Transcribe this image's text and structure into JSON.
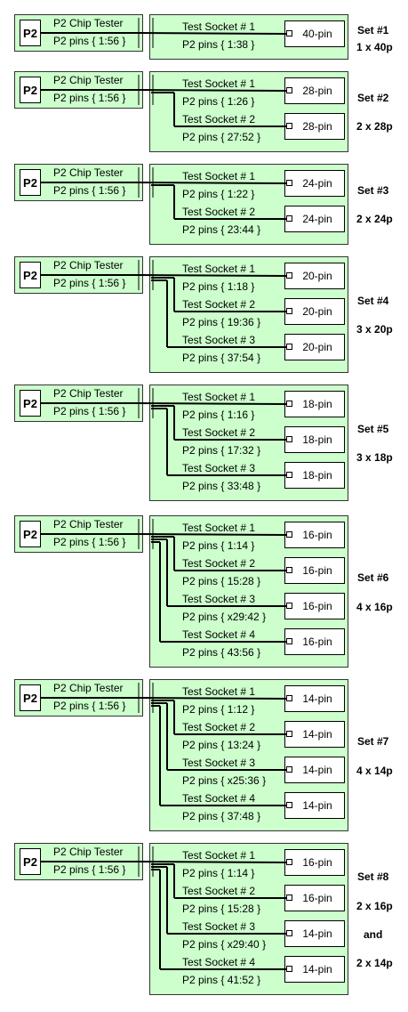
{
  "sets": [
    {
      "name": "Set #1",
      "desc": [
        "1 x 40p"
      ],
      "tester": {
        "badge": "P2",
        "title": "P2 Chip Tester",
        "pins": "P2 pins { 1:56 }"
      },
      "sockets": [
        {
          "title": "Test Socket # 1",
          "pins": "P2 pins { 1:38 }",
          "size": "40-pin"
        }
      ]
    },
    {
      "name": "Set #2",
      "desc": [
        "2 x 28p"
      ],
      "tester": {
        "badge": "P2",
        "title": "P2 Chip Tester",
        "pins": "P2 pins { 1:56 }"
      },
      "sockets": [
        {
          "title": "Test Socket # 1",
          "pins": "P2 pins { 1:26 }",
          "size": "28-pin"
        },
        {
          "title": "Test Socket # 2",
          "pins": "P2 pins { 27:52 }",
          "size": "28-pin"
        }
      ]
    },
    {
      "name": "Set #3",
      "desc": [
        "2 x 24p"
      ],
      "tester": {
        "badge": "P2",
        "title": "P2 Chip Tester",
        "pins": "P2 pins { 1:56 }"
      },
      "sockets": [
        {
          "title": "Test Socket # 1",
          "pins": "P2 pins { 1:22 }",
          "size": "24-pin"
        },
        {
          "title": "Test Socket # 2",
          "pins": "P2 pins { 23:44 }",
          "size": "24-pin"
        }
      ]
    },
    {
      "name": "Set #4",
      "desc": [
        "3 x 20p"
      ],
      "tester": {
        "badge": "P2",
        "title": "P2 Chip Tester",
        "pins": "P2 pins { 1:56 }"
      },
      "sockets": [
        {
          "title": "Test Socket # 1",
          "pins": "P2 pins { 1:18 }",
          "size": "20-pin"
        },
        {
          "title": "Test Socket # 2",
          "pins": "P2 pins { 19:36 }",
          "size": "20-pin"
        },
        {
          "title": "Test Socket # 3",
          "pins": "P2 pins { 37:54 }",
          "size": "20-pin"
        }
      ]
    },
    {
      "name": "Set #5",
      "desc": [
        "3 x 18p"
      ],
      "tester": {
        "badge": "P2",
        "title": "P2 Chip Tester",
        "pins": "P2 pins { 1:56 }"
      },
      "sockets": [
        {
          "title": "Test Socket # 1",
          "pins": "P2 pins { 1:16 }",
          "size": "18-pin"
        },
        {
          "title": "Test Socket # 2",
          "pins": "P2 pins { 17:32 }",
          "size": "18-pin"
        },
        {
          "title": "Test Socket # 3",
          "pins": "P2 pins { 33:48 }",
          "size": "18-pin"
        }
      ]
    },
    {
      "name": "Set #6",
      "desc": [
        "4 x 16p"
      ],
      "tester": {
        "badge": "P2",
        "title": "P2 Chip Tester",
        "pins": "P2 pins { 1:56 }"
      },
      "sockets": [
        {
          "title": "Test Socket # 1",
          "pins": "P2 pins { 1:14 }",
          "size": "16-pin"
        },
        {
          "title": "Test Socket # 2",
          "pins": "P2 pins { 15:28 }",
          "size": "16-pin"
        },
        {
          "title": "Test Socket # 3",
          "pins": "P2 pins { x29:42 }",
          "size": "16-pin"
        },
        {
          "title": "Test Socket # 4",
          "pins": "P2 pins { 43:56 }",
          "size": "16-pin"
        }
      ]
    },
    {
      "name": "Set #7",
      "desc": [
        "4 x 14p"
      ],
      "tester": {
        "badge": "P2",
        "title": "P2 Chip Tester",
        "pins": "P2 pins { 1:56 }"
      },
      "sockets": [
        {
          "title": "Test Socket # 1",
          "pins": "P2 pins { 1:12 }",
          "size": "14-pin"
        },
        {
          "title": "Test Socket # 2",
          "pins": "P2 pins { 13:24 }",
          "size": "14-pin"
        },
        {
          "title": "Test Socket # 3",
          "pins": "P2 pins { x25:36 }",
          "size": "14-pin"
        },
        {
          "title": "Test Socket # 4",
          "pins": "P2 pins { 37:48 }",
          "size": "14-pin"
        }
      ]
    },
    {
      "name": "Set #8",
      "desc": [
        "2 x 16p",
        "and",
        "2 x 14p"
      ],
      "tester": {
        "badge": "P2",
        "title": "P2 Chip Tester",
        "pins": "P2 pins { 1:56 }"
      },
      "sockets": [
        {
          "title": "Test Socket # 1",
          "pins": "P2 pins { 1:14 }",
          "size": "16-pin"
        },
        {
          "title": "Test Socket # 2",
          "pins": "P2 pins { 15:28 }",
          "size": "16-pin"
        },
        {
          "title": "Test Socket # 3",
          "pins": "P2 pins { x29:40 }",
          "size": "14-pin"
        },
        {
          "title": "Test Socket # 4",
          "pins": "P2 pins { 41:52 }",
          "size": "14-pin"
        }
      ]
    }
  ]
}
